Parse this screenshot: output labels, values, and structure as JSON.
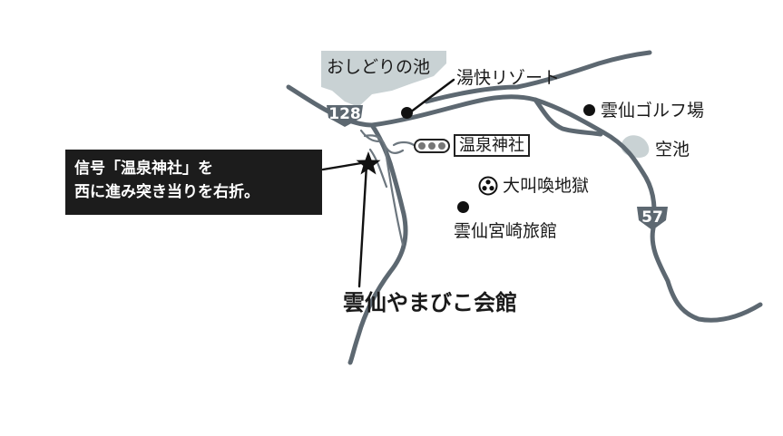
{
  "labels": {
    "oshidori_pond": "おしどりの池",
    "yukai_resort": "湯快リゾート",
    "unzen_golf": "雲仙ゴルフ場",
    "sora_pond": "空池",
    "onsen_shrine": "温泉神社",
    "daikyokan_jigoku": "大叫喚地獄",
    "unzen_miyazaki_ryokan": "雲仙宮崎旅館",
    "unzen_yamabiko": "雲仙やまびこ会館"
  },
  "callout": {
    "line1": "信号「温泉神社」を",
    "line2": "西に進み突き当りを右折。"
  },
  "routes": {
    "route_128": "128",
    "route_57": "57"
  },
  "colors": {
    "road": "#5d6871",
    "water": "#c9d2d4",
    "label": "#1a1a1a",
    "callout_bg": "#1c1c1c"
  },
  "icons": {
    "destination_marker": "black-star",
    "poi_marker": "black-dot",
    "traffic_signal": "traffic-signal",
    "hot_spring_vent": "jigoku-symbol",
    "route_shield": "shield"
  }
}
